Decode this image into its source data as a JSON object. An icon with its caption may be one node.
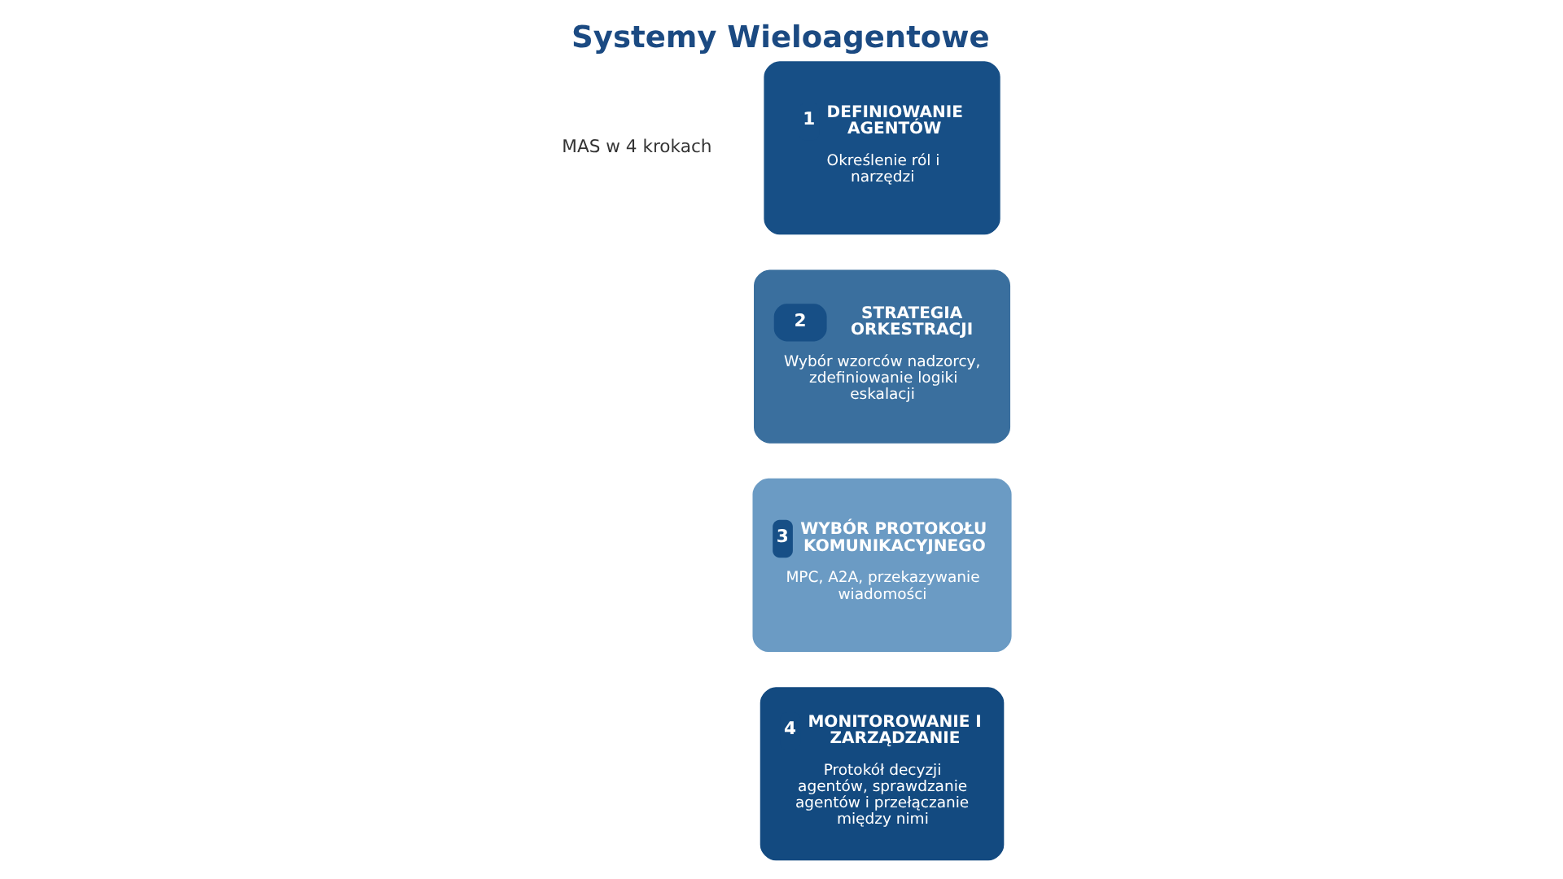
{
  "diagram": {
    "title": "Systemy Wieloagentowe",
    "nodes": [
      {
        "text": [
          "1",
          "DEFINIOWANIE AGENTÓW",
          "Określenie ról i narzędzi"
        ]
      },
      {
        "text": [
          "2",
          "STRATEGIA ORKESTRACJI",
          "Wybór wzorców nadzorcy, zdefiniowanie logiki eskalacji"
        ]
      },
      {
        "text": [
          "3",
          "WYBÓR PROTOKOŁU KOMUNIKACYJNEGO",
          "MPC, A2A, przekazywanie wiadomości"
        ]
      },
      {
        "text": [
          "4",
          "MONITOROWANIE I ZARZĄDZANIE",
          "Protokół decyzji agentów, sprawdzanie agentów i przełączanie między nimi"
        ]
      }
    ],
    "edges": [],
    "labels": [
      "MAS w 4 krokach"
    ]
  }
}
